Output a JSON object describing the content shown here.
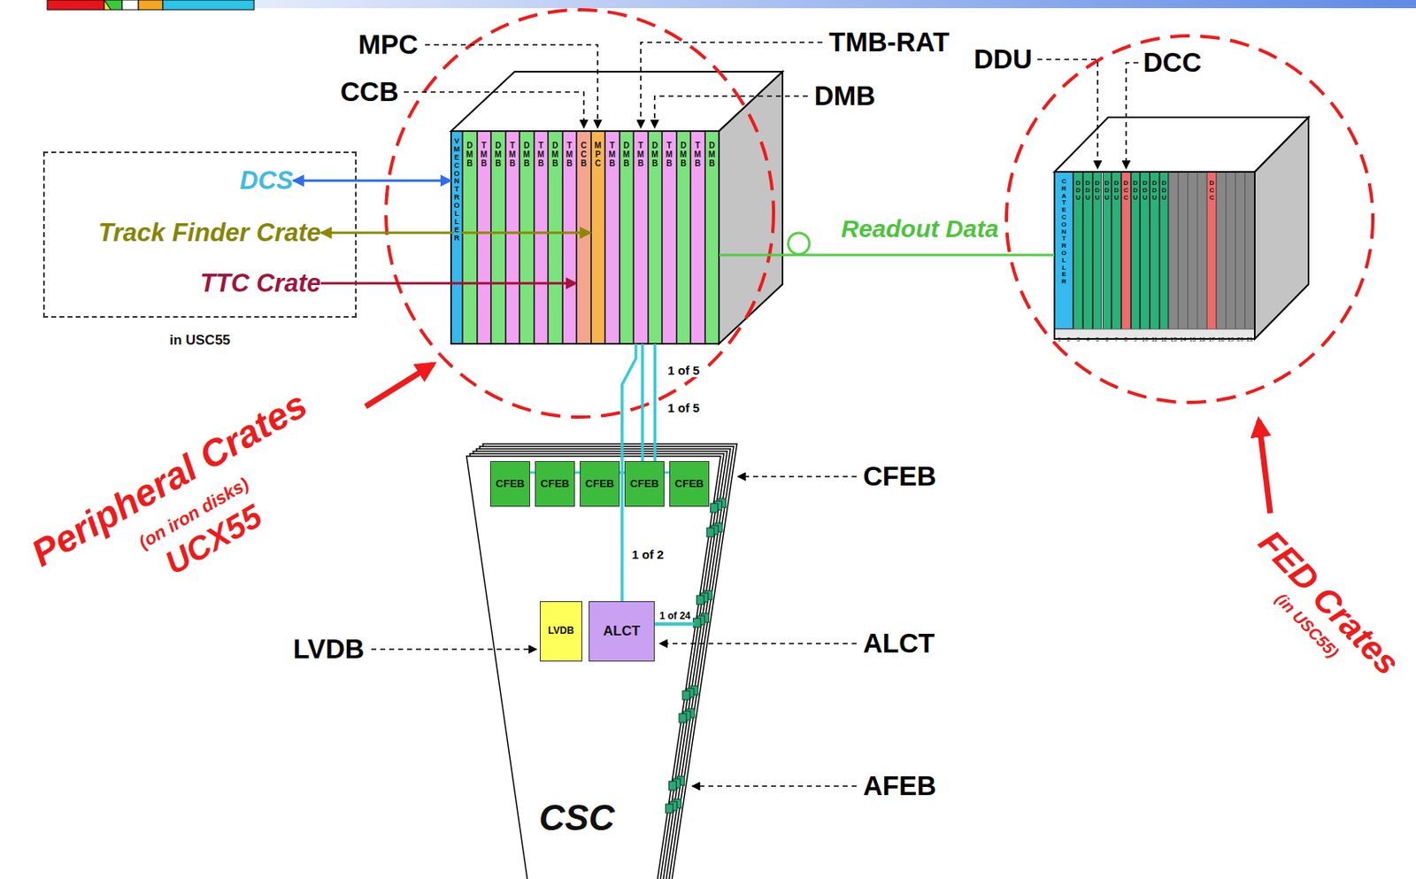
{
  "diagram": {
    "nodes": [
      {
        "text": [
          "in USC55"
        ]
      },
      {
        "text": [
          "DCS"
        ],
        "in": 0
      },
      {
        "text": [
          "Track Finder Crate"
        ],
        "in": 0
      },
      {
        "text": [
          "TTC Crate"
        ],
        "in": 0
      },
      {
        "text": [
          "VME CONTROLLER"
        ]
      },
      {
        "text": [
          "DMB"
        ]
      },
      {
        "text": [
          "TMB"
        ]
      },
      {
        "text": [
          "DMB"
        ]
      },
      {
        "text": [
          "TMB"
        ]
      },
      {
        "text": [
          "DMB"
        ]
      },
      {
        "text": [
          "TMB"
        ]
      },
      {
        "text": [
          "DMB"
        ]
      },
      {
        "text": [
          "TMB"
        ]
      },
      {
        "text": [
          "CCB"
        ]
      },
      {
        "text": [
          "MPC"
        ]
      },
      {
        "text": [
          "TMB"
        ]
      },
      {
        "text": [
          "DMB"
        ]
      },
      {
        "text": [
          "TMB"
        ]
      },
      {
        "text": [
          "DMB"
        ]
      },
      {
        "text": [
          "TMB"
        ]
      },
      {
        "text": [
          "DMB"
        ]
      },
      {
        "text": [
          "TMB"
        ]
      },
      {
        "text": [
          "DMB"
        ]
      },
      {
        "text": [
          "CRATE CONTROLLER"
        ]
      },
      {
        "text": [
          "DDU"
        ]
      },
      {
        "text": [
          "DDU"
        ]
      },
      {
        "text": [
          "DDU"
        ]
      },
      {
        "text": [
          "DDU"
        ]
      },
      {
        "text": [
          "DDU"
        ]
      },
      {
        "text": [
          "DCC"
        ]
      },
      {
        "text": [
          "DDU"
        ]
      },
      {
        "text": [
          "DDU"
        ]
      },
      {
        "text": [
          "DDU"
        ]
      },
      {
        "text": [
          "DDU"
        ]
      },
      {
        "text": [
          "DCC"
        ]
      },
      {
        "text": [
          "CSC"
        ]
      },
      {
        "text": [
          "CFEB"
        ],
        "in": 35
      },
      {
        "text": [
          "CFEB"
        ],
        "in": 35
      },
      {
        "text": [
          "CFEB"
        ],
        "in": 35
      },
      {
        "text": [
          "CFEB"
        ],
        "in": 35
      },
      {
        "text": [
          "CFEB"
        ],
        "in": 35
      },
      {
        "text": [
          "LVDB"
        ],
        "in": 35
      },
      {
        "text": [
          "ALCT"
        ],
        "in": 35
      }
    ],
    "edges": [
      {
        "from": 1,
        "to": 4,
        "arrow": "both"
      },
      {
        "from": 2,
        "to": 14,
        "arrow": "both"
      },
      {
        "from": 3,
        "to": 13,
        "arrow": "to"
      },
      {
        "from": 22,
        "to": 23,
        "label": "Readout Data",
        "arrow": "none"
      },
      {
        "from": 17,
        "to": 39,
        "label": "1 of 5",
        "arrow": "none"
      },
      {
        "from": 18,
        "to": 39,
        "label": "1 of 5",
        "arrow": "none"
      },
      {
        "from": 17,
        "to": 42,
        "label": "1 of 2",
        "arrow": "none"
      },
      {
        "from": 36,
        "to": 37,
        "arrow": "none"
      },
      {
        "from": 37,
        "to": 38,
        "arrow": "none"
      },
      {
        "from": 38,
        "to": 39,
        "arrow": "none"
      },
      {
        "from": 39,
        "to": 40,
        "arrow": "none"
      }
    ],
    "labels": [
      "MPC",
      "TMB-RAT",
      "DDU",
      "DCC",
      "CCB",
      "DMB",
      "Peripheral Crates",
      "(on iron disks)",
      "UCX55",
      "CFEB",
      "1 of 24",
      "LVDB",
      "ALCT",
      "AFEB",
      "FED Crates",
      "(in USC55)",
      "1",
      "2",
      "3",
      "4",
      "5",
      "6",
      "7",
      "8",
      "9",
      "10",
      "11",
      "12",
      "13",
      "14",
      "15",
      "16",
      "17",
      "18",
      "19",
      "20",
      "21"
    ]
  }
}
